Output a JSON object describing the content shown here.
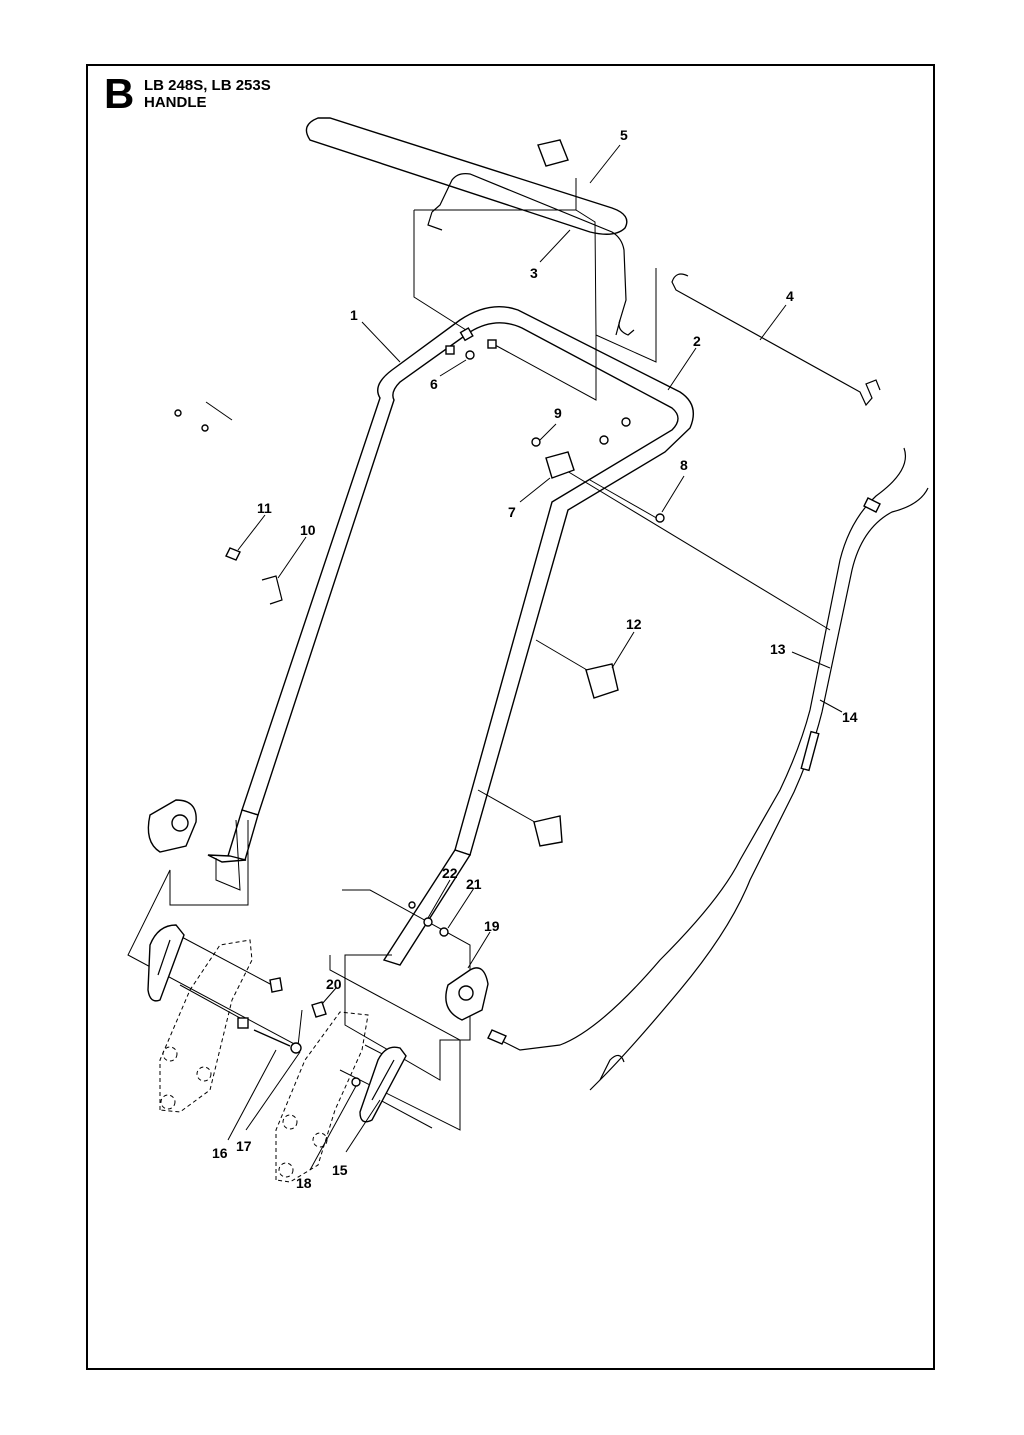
{
  "header": {
    "section_letter": "B",
    "model_line": "LB 248S, LB 253S",
    "assembly_name": "HANDLE"
  },
  "callouts": {
    "c1": "1",
    "c2": "2",
    "c3": "3",
    "c4": "4",
    "c5": "5",
    "c6": "6",
    "c7": "7",
    "c8": "8",
    "c9": "9",
    "c10": "10",
    "c11": "11",
    "c12": "12",
    "c13": "13",
    "c14": "14",
    "c15": "15",
    "c16": "16",
    "c17": "17",
    "c18": "18",
    "c19": "19",
    "c20": "20",
    "c21": "21",
    "c22": "22"
  }
}
